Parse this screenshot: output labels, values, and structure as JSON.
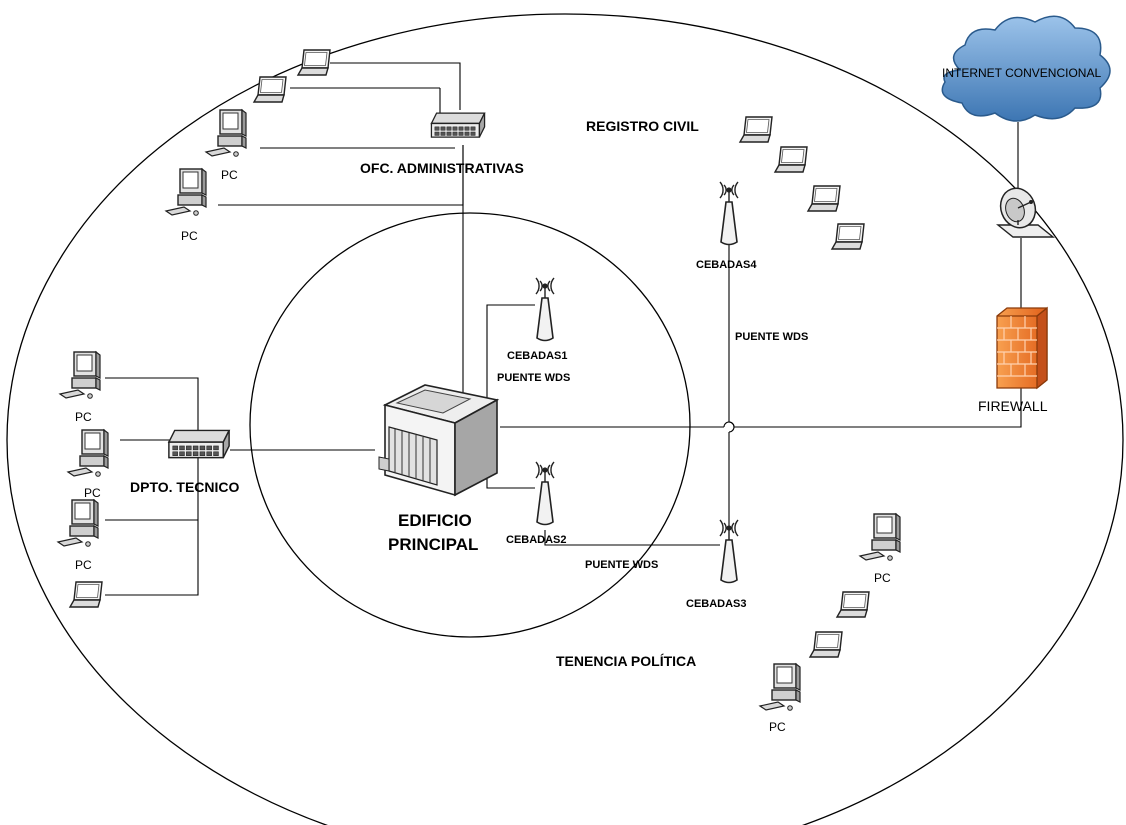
{
  "labels": {
    "internet": "INTERNET CONVENCIONAL",
    "firewall": "FIREWALL",
    "registro_civil": "REGISTRO CIVIL",
    "ofc_administrativas": "OFC. ADMINISTRATIVAS",
    "dpto_tecnico": "DPTO. TECNICO",
    "edificio_line1": "EDIFICIO",
    "edificio_line2": "PRINCIPAL",
    "tenencia_politica": "TENENCIA POLÍTICA",
    "cebadas1": "CEBADAS1",
    "cebadas2": "CEBADAS2",
    "cebadas3": "CEBADAS3",
    "cebadas4": "CEBADAS4",
    "puente_wds_1": "PUENTE WDS",
    "puente_wds_2": "PUENTE WDS",
    "puente_wds_3": "PUENTE WDS",
    "pc": "PC"
  },
  "colors": {
    "line": "#000000",
    "firewall": "#f07820",
    "cloud": "#5e93c7"
  },
  "icons": [
    "laptop-icon",
    "pc-icon",
    "switch-icon",
    "antenna-icon",
    "server-building-icon",
    "satellite-dish-icon",
    "firewall-icon",
    "cloud-icon"
  ]
}
